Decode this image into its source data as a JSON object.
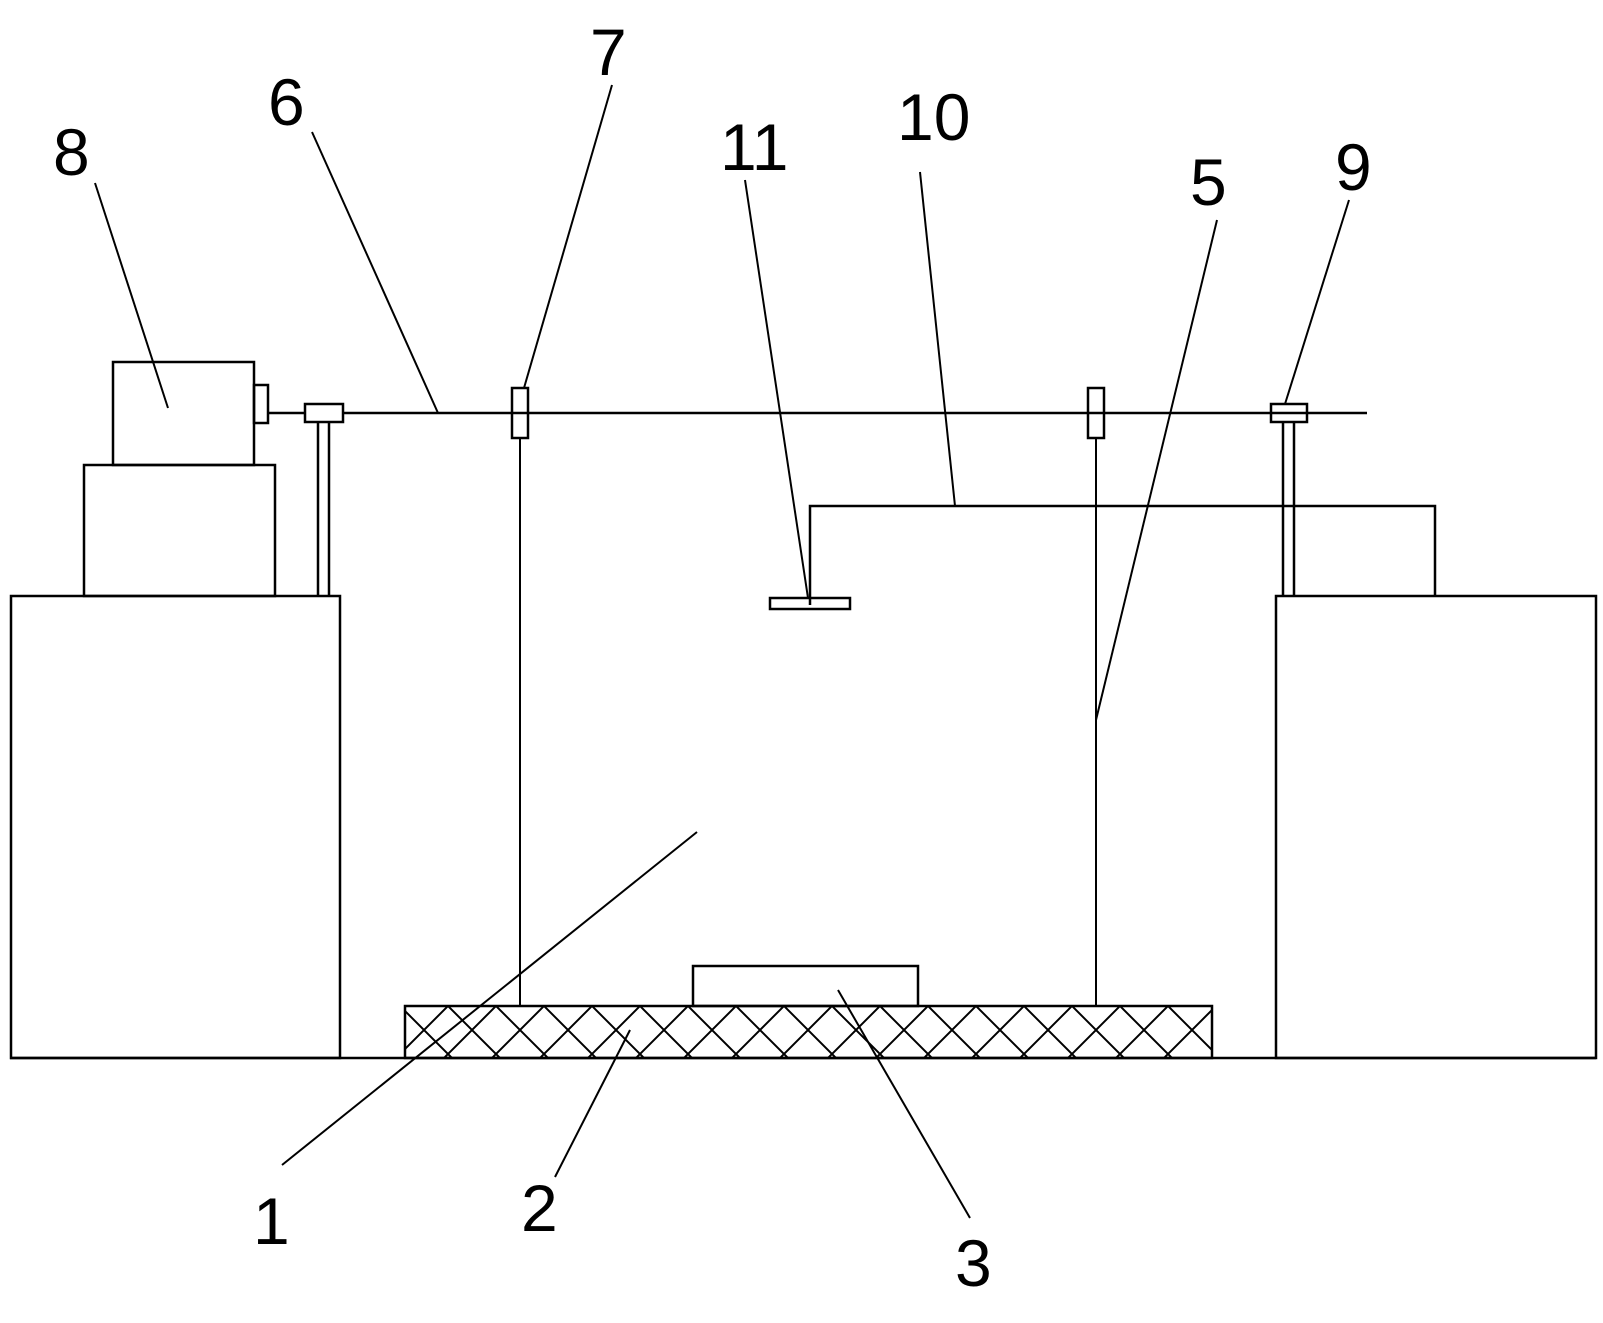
{
  "diagram": {
    "labels": [
      {
        "id": "1",
        "text": "1"
      },
      {
        "id": "2",
        "text": "2"
      },
      {
        "id": "3",
        "text": "3"
      },
      {
        "id": "5",
        "text": "5"
      },
      {
        "id": "6",
        "text": "6"
      },
      {
        "id": "7",
        "text": "7"
      },
      {
        "id": "8",
        "text": "8"
      },
      {
        "id": "9",
        "text": "9"
      },
      {
        "id": "10",
        "text": "10"
      },
      {
        "id": "11",
        "text": "11"
      }
    ],
    "colors": {
      "line": "#000000",
      "background": "#ffffff"
    }
  }
}
